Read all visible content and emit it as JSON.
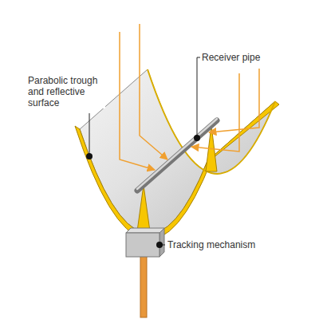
{
  "diagram": {
    "labels": [
      "Parabolic trough and reflective surface",
      "Receiver pipe",
      "Tracking mechanism"
    ]
  }
}
